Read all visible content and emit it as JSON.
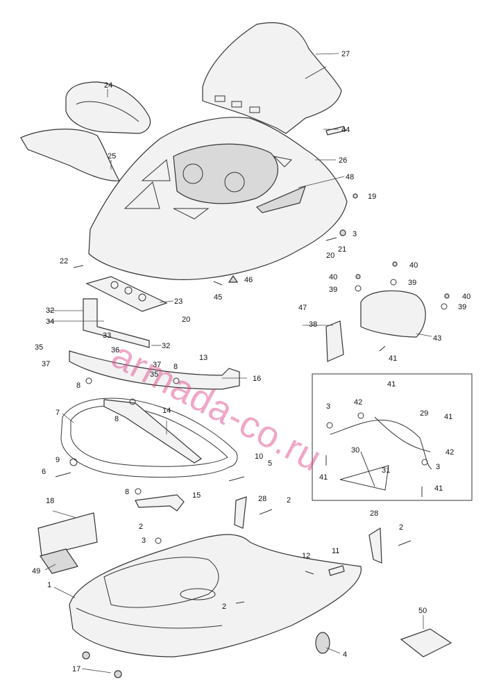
{
  "watermark": "armada-co.ru",
  "callouts": [
    "27",
    "24",
    "44",
    "25",
    "26",
    "48",
    "19",
    "3",
    "21",
    "20",
    "22",
    "46",
    "45",
    "23",
    "40",
    "39",
    "47",
    "38",
    "43",
    "32",
    "34",
    "33",
    "35",
    "37",
    "36",
    "41",
    "8",
    "13",
    "16",
    "7",
    "14",
    "42",
    "29",
    "9",
    "10",
    "5",
    "6",
    "30",
    "31",
    "18",
    "15",
    "28",
    "2",
    "12",
    "11",
    "49",
    "1",
    "17",
    "4",
    "50"
  ]
}
